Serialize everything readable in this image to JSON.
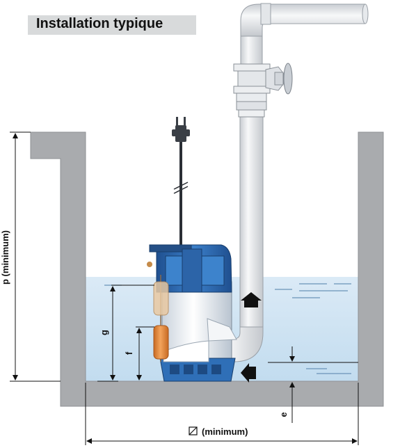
{
  "title": "Installation typique",
  "labels": {
    "depth": "p  (minimum)",
    "width": "(minimum)",
    "g": "g",
    "f": "f",
    "e": "e"
  },
  "colors": {
    "wall": "#a9abae",
    "water": "#cfe4f3",
    "pump_blue": "#2f6fb7",
    "float": "#e08a3c",
    "pipe": "#e8ebee"
  }
}
